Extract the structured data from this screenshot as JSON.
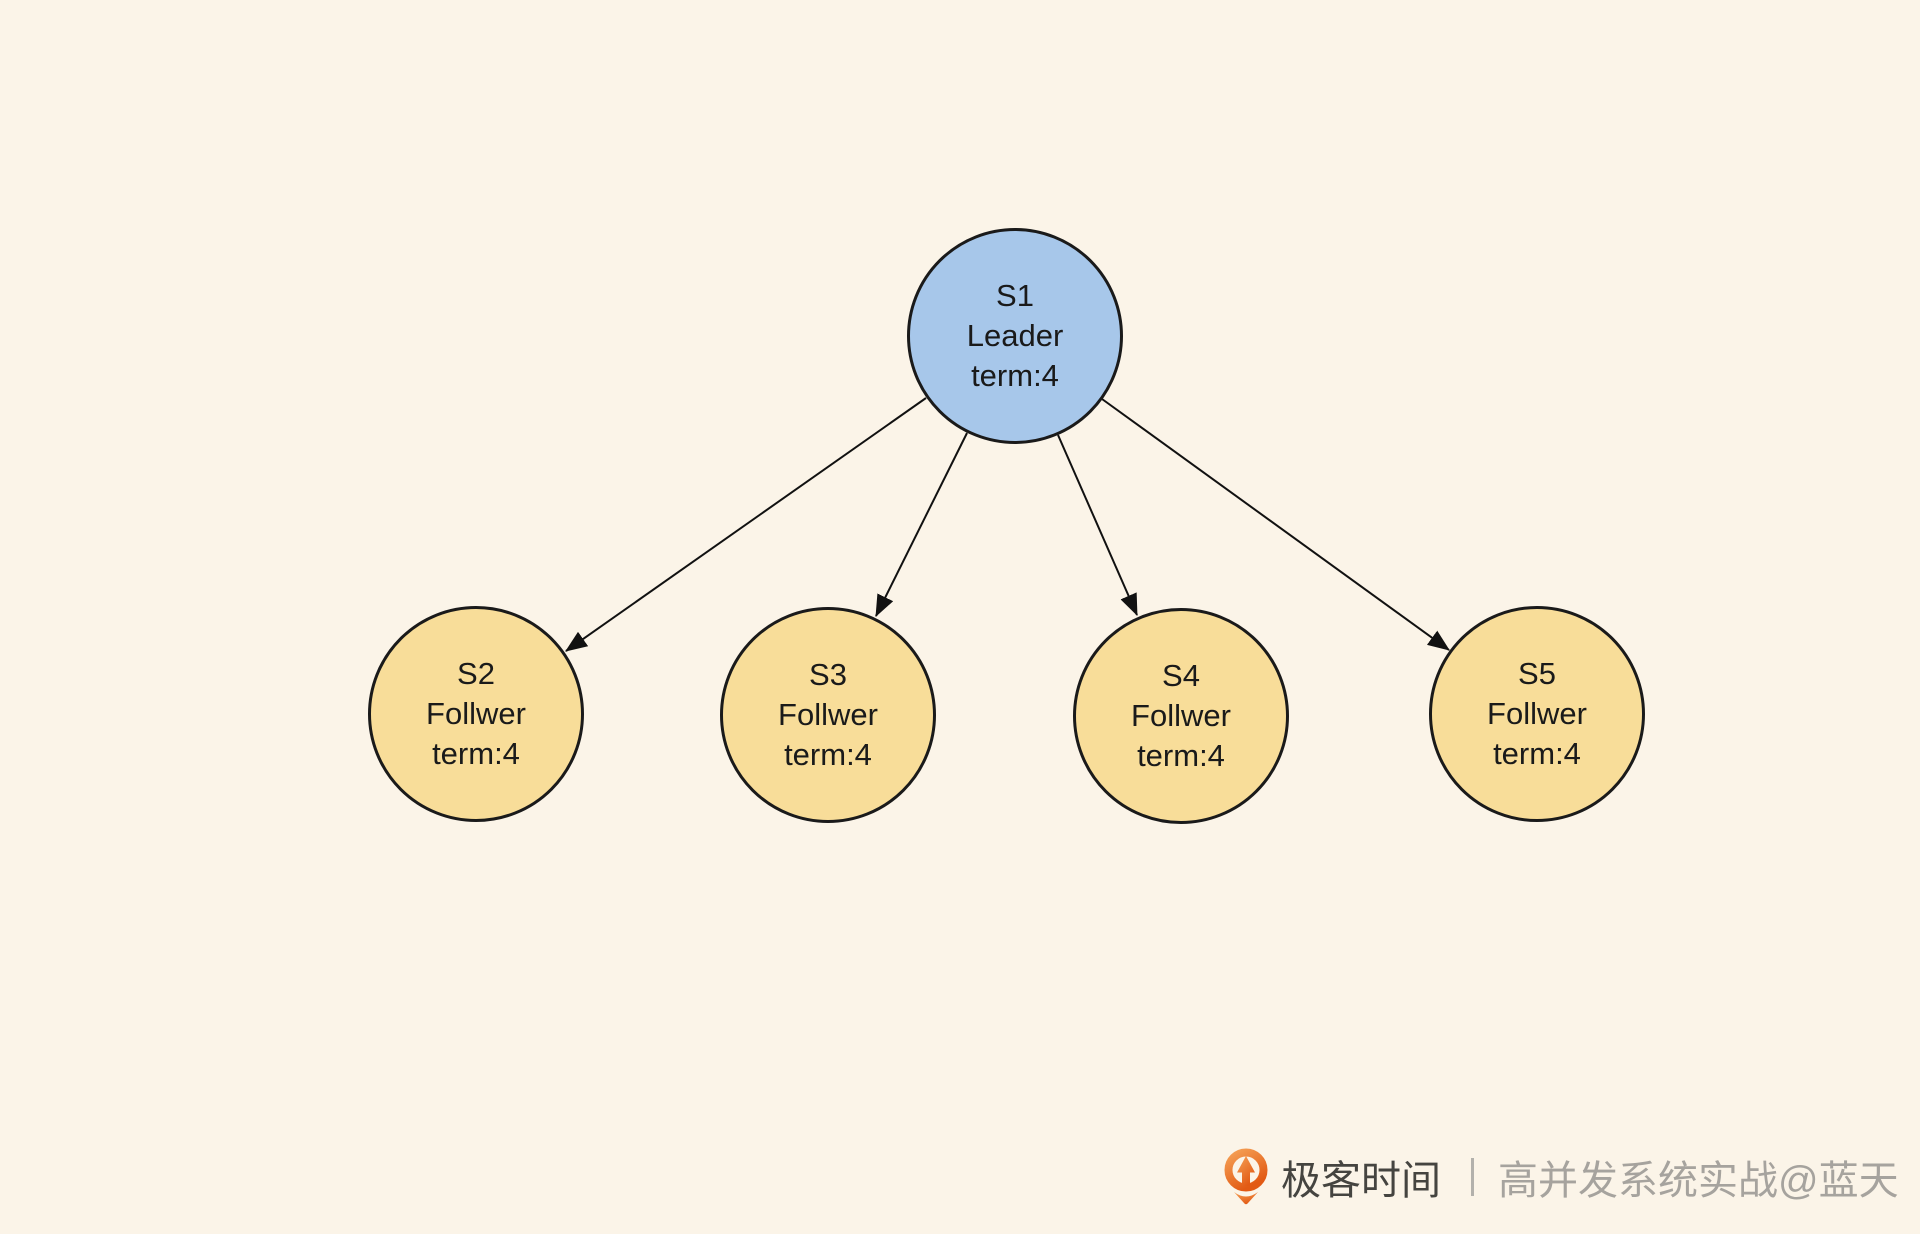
{
  "colors": {
    "background": "#fbf4e8",
    "leader_fill": "#a7c7ea",
    "follower_fill": "#f8dd99",
    "node_border": "#1a1a1a",
    "node_text": "#1a1a1a",
    "arrow": "#111111",
    "brand_text": "#454440",
    "credit_text": "#a6a39e",
    "separator": "#b3b1ac",
    "logo_orange_light": "#f5a055",
    "logo_orange_dark": "#e25a14"
  },
  "diagram": {
    "title": "raft-leader-and-followers",
    "nodes": [
      {
        "id": "S1",
        "role": "Leader",
        "term": "term:4"
      },
      {
        "id": "S2",
        "role": "Follwer",
        "term": "term:4"
      },
      {
        "id": "S3",
        "role": "Follwer",
        "term": "term:4"
      },
      {
        "id": "S4",
        "role": "Follwer",
        "term": "term:4"
      },
      {
        "id": "S5",
        "role": "Follwer",
        "term": "term:4"
      }
    ]
  },
  "footer": {
    "logo_icon": "geektime-logo",
    "brand": "极客时间",
    "separator": "|",
    "credit": "高并发系统实战@蓝天"
  }
}
